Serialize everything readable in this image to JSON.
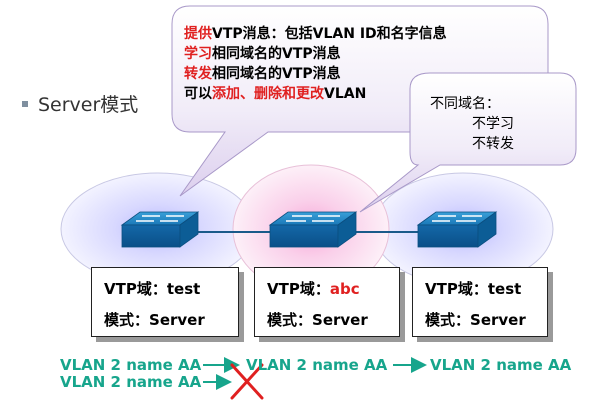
{
  "bullet": {
    "text": "Server模式"
  },
  "callout_main": {
    "line1": {
      "highlight": "提供",
      "rest": "VTP消息：包括VLAN ID和名字信息"
    },
    "line2": {
      "highlight": "学习",
      "rest": "相同域名的VTP消息"
    },
    "line3": {
      "highlight": "转发",
      "rest": "相同域名的VTP消息"
    },
    "line4": {
      "prefix": "可以",
      "highlight": "添加、删除和更改",
      "suffix": "VLAN"
    }
  },
  "callout_note": {
    "line1": "不同域名：",
    "line2": "不学习",
    "line3": "不转发"
  },
  "switches": [
    {
      "domain_label": "VTP域：",
      "domain_value": "test",
      "mode_label": "模式：",
      "mode_value": "Server"
    },
    {
      "domain_label": "VTP域：",
      "domain_value": "abc",
      "mode_label": "模式：",
      "mode_value": "Server"
    },
    {
      "domain_label": "VTP域：",
      "domain_value": "test",
      "mode_label": "模式：",
      "mode_value": "Server"
    }
  ],
  "vlan_flow": {
    "left_top": "VLAN 2 name AA",
    "left_bottom": "VLAN 2 name AA",
    "middle": "VLAN 2 name AA",
    "right": "VLAN 2 name AA"
  },
  "colors": {
    "highlight": "#e02020",
    "vlan_text": "#17a58c",
    "blocked_x": "#e02020"
  }
}
